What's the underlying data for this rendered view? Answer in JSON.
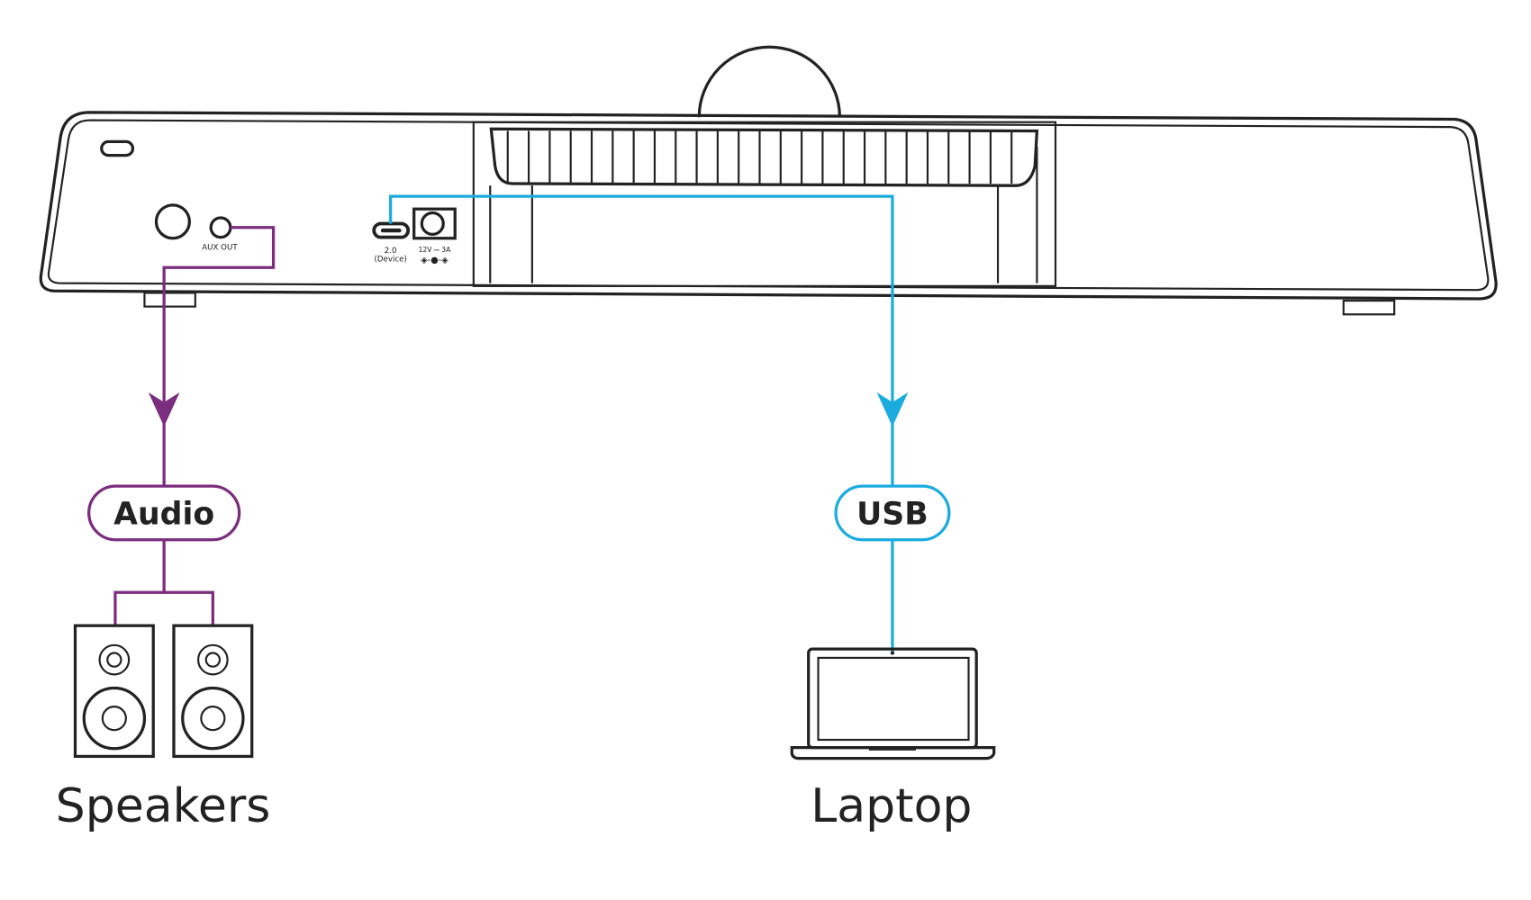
{
  "device": {
    "ports": {
      "aux_label": "AUX OUT",
      "usb_version": "2.0",
      "usb_mode": "(Device)",
      "power_rating": "12V ⎓ 3A"
    }
  },
  "connections": [
    {
      "label": "Audio",
      "target": "Speakers",
      "color": "#7B2D7E"
    },
    {
      "label": "USB",
      "target": "Laptop",
      "color": "#1AACDF"
    }
  ],
  "colors": {
    "line": "#222222",
    "audio": "#7B2D7E",
    "usb": "#1AACDF"
  }
}
